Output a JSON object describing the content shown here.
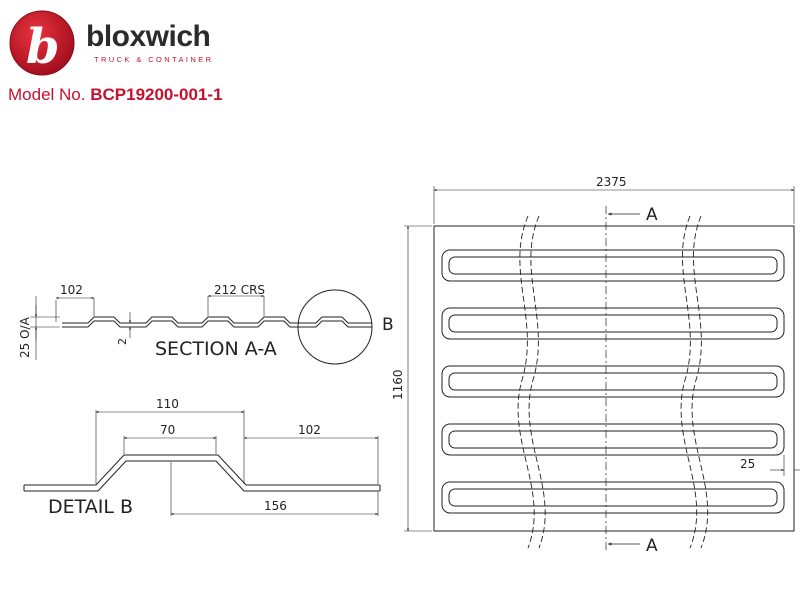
{
  "brand": {
    "name": "bloxwich",
    "tagline": "TRUCK & CONTAINER",
    "logo_letter": "b",
    "colors": {
      "accent": "#c8102e",
      "text": "#2b2b2b"
    }
  },
  "model": {
    "label": "Model No.",
    "number": "BCP19200-001-1"
  },
  "section_view": {
    "title": "SECTION A-A",
    "dim_pitch": "102",
    "dim_crs": "212 CRS",
    "dim_height": "25 O/A",
    "dim_thickness": "2",
    "detail_ref": "B"
  },
  "detail_view": {
    "title": "DETAIL B",
    "dim_top_width": "110",
    "dim_flat_width": "70",
    "dim_side": "102",
    "dim_bottom": "156"
  },
  "plan_view": {
    "dim_width": "2375",
    "dim_height": "1160",
    "dim_edge": "25",
    "section_label_top": "A",
    "section_label_bottom": "A",
    "corrugation_count": 5
  }
}
